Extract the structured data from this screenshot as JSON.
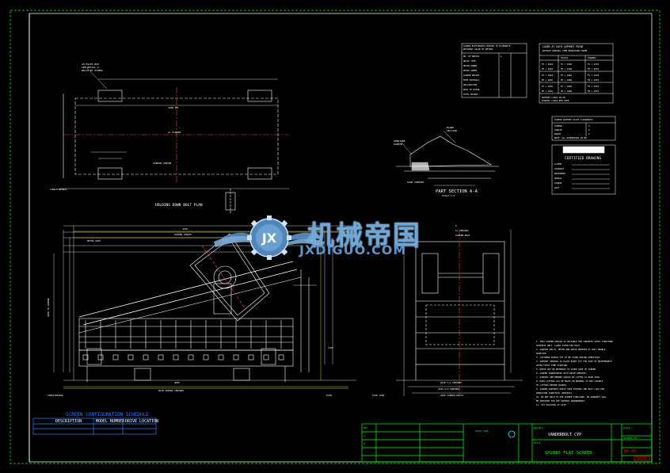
{
  "drawing": {
    "hold_down_plan_label": "HOLDING DOWN BOLT PLAN",
    "part_section_label": "PART SECTION A-A",
    "certified_label": "CERTIFIED DRAWING",
    "loads_label": "LOADS AT EACH SUPPORT POINT",
    "schedule": {
      "title": "SCREEN CONFIGURATION SCHEDULE",
      "col1": "DESCRIPTION",
      "col2": "MODEL NUMBER",
      "col3": "DRIVE LOCATION"
    },
    "title_block": {
      "client": "VANDERBOLT CYP",
      "drawing_title": "SH2080 FLAT SCREEN"
    }
  },
  "watermark": {
    "logo_letters": "JX",
    "cn": "机械帝国",
    "en": "JXDIGUO.COM"
  },
  "colors": {
    "border_green": "#00ff00",
    "line_white": "#ffffff",
    "accent_blue": "#2f7fff",
    "dim_yellow": "#ffff00",
    "red": "#ff0000",
    "cyan": "#00ffff",
    "watermark_blue": "#6fa8d6"
  }
}
